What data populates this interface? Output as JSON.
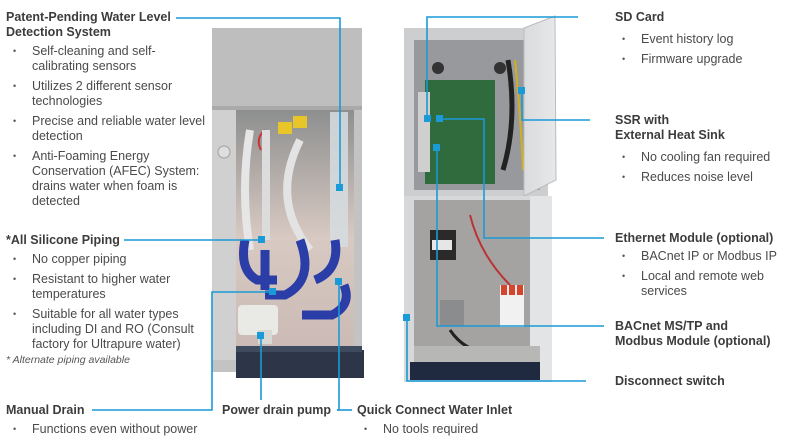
{
  "accent_color": "#1a9ad6",
  "left_callouts": {
    "water_level": {
      "title_lines": [
        "Patent-Pending Water Level",
        "Detection System"
      ],
      "bullets": [
        "Self-cleaning and self-calibrating sensors",
        "Utilizes 2 different sensor technologies",
        "Precise and reliable water level detection",
        "Anti-Foaming Energy Conservation (AFEC) System: drains water when foam is detected"
      ]
    },
    "silicone": {
      "title": "*All Silicone Piping",
      "bullets": [
        "No copper piping",
        "Resistant to higher water temperatures",
        "Suitable for all water types including DI and RO (Consult factory for Ultrapure water)"
      ],
      "footnote": "* Alternate piping available"
    },
    "manual_drain": {
      "title": "Manual Drain",
      "bullets": [
        "Functions even without power"
      ]
    }
  },
  "bottom_callouts": {
    "power_drain_pump": {
      "title": "Power drain pump"
    },
    "water_inlet": {
      "title": "Quick Connect Water Inlet",
      "bullets": [
        "No tools required"
      ]
    }
  },
  "right_callouts": {
    "sd_card": {
      "title": "SD Card",
      "bullets": [
        "Event history log",
        "Firmware upgrade"
      ]
    },
    "ssr": {
      "title_lines": [
        "SSR with",
        "External Heat Sink"
      ],
      "bullets": [
        "No cooling fan required",
        "Reduces noise level"
      ]
    },
    "ethernet": {
      "title": "Ethernet Module (optional)",
      "bullets": [
        "BACnet IP or Modbus IP",
        "Local and remote web services"
      ]
    },
    "bacnet": {
      "title_lines": [
        "BACnet MS/TP and",
        "Modbus Module (optional)"
      ]
    },
    "disconnect": {
      "title": "Disconnect switch"
    }
  },
  "images": {
    "left_unit": "humidifier-water-section-photo",
    "right_unit": "humidifier-electrical-section-photo"
  }
}
